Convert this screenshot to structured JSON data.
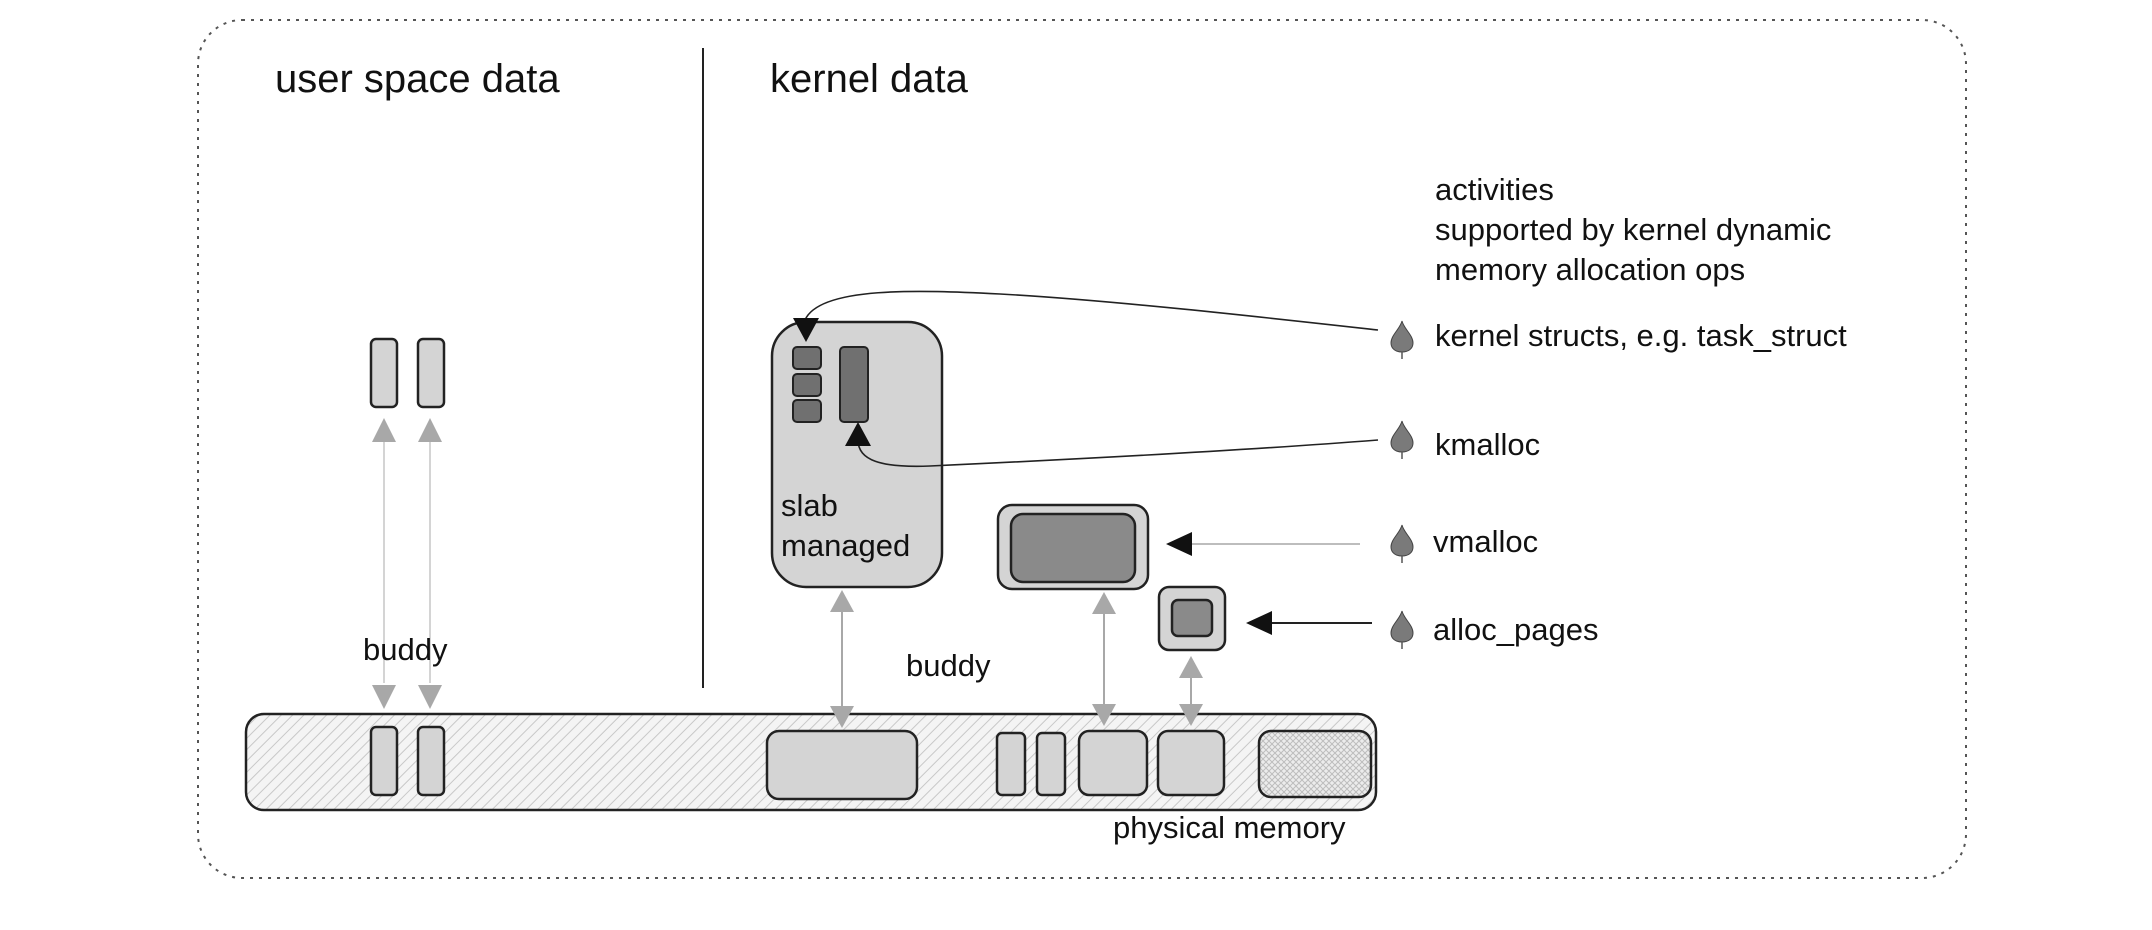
{
  "headings": {
    "user_space": "user space data",
    "kernel": "kernel data"
  },
  "activities": {
    "title_lines": [
      "activities",
      "supported by kernel dynamic",
      "memory allocation ops"
    ],
    "items": [
      "kernel structs, e.g. task_struct",
      "kmalloc",
      "vmalloc",
      "alloc_pages"
    ]
  },
  "labels": {
    "buddy_user": "buddy",
    "buddy_kernel": "buddy",
    "slab_line1": "slab",
    "slab_line2": "managed",
    "physical_memory": "physical memory"
  },
  "colors": {
    "frame": "#555555",
    "block_light": "#d4d4d4",
    "block_dark": "#707070",
    "block_mid": "#8a8a8a",
    "arrow_grey": "#a8a8a8",
    "stroke": "#222222"
  },
  "icons": [
    "pin-icon"
  ]
}
